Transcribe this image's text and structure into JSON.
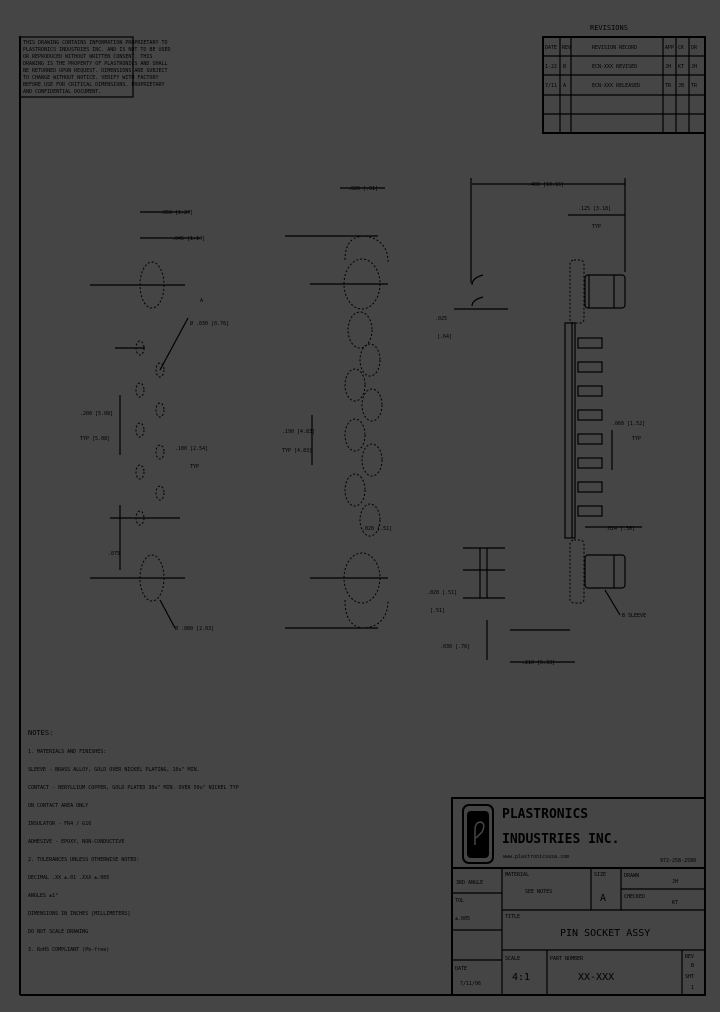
{
  "disclaimer": [
    "THIS DRAWING CONTAINS INFORMATION PROPRIETARY TO",
    "PLASTRONICS INDUSTRIES INC. AND IS NOT TO BE USED",
    "OR REPRODUCED WITHOUT WRITTEN CONSENT. THIS",
    "DRAWING IS THE PROPERTY OF PLASTRONICS AND SHALL",
    "BE RETURNED UPON REQUEST. DIMENSIONS ARE SUBJECT",
    "TO CHANGE WITHOUT NOTICE. VERIFY WITH FACTORY",
    "BEFORE USE FOR CRITICAL DIMENSIONS. PROPRIETARY",
    "AND CONFIDENTIAL DOCUMENT."
  ],
  "revisions": {
    "title": "REVISIONS",
    "headers": [
      "DATE",
      "REV",
      "REVISION RECORD",
      "APP",
      "CK",
      "DR"
    ],
    "rows": [
      [
        "1-22",
        "B",
        "ECN-XXX REVISED",
        "JH",
        "KT",
        "JH"
      ],
      [
        "7/11",
        "A",
        "ECN-XXX RELEASED",
        "TR",
        "JB",
        "TR"
      ],
      [
        "",
        "",
        "",
        "",
        "",
        ""
      ],
      [
        "",
        "",
        "",
        "",
        "",
        ""
      ]
    ]
  },
  "dimensions": {
    "d1": ".050 [1.27]",
    "d2": ".045 [1.14]",
    "d3": "Ø .030 [0.76]",
    "d4": ".200 [5.08]",
    "d4b": "TYP [5.08]",
    "d5": ".100 [2.54]",
    "d5b": "TYP",
    "d6": ".075",
    "d7": "Ø .080 [2.03]",
    "d8": ".020 [.51]",
    "d9": ".190 [4.83]",
    "d9b": "TYP [4.83]",
    "d10": ".020 [.51]",
    "d11": ".400 [10.16]",
    "d12": ".125 [3.18]",
    "d12b": "TYP",
    "d13": ".025",
    "d13b": "[.64]",
    "d14": ".060 [1.52]",
    "d14b": "TYP",
    "d15": ".014 [.36]",
    "d16": ".020 [.51]",
    "d16b": "[.51]",
    "d17": ".030 [.76]",
    "d18": ".210 [5.33]",
    "d19": "B SLEEVE",
    "label_b": "B",
    "label_a": "A"
  },
  "notes": [
    "NOTES:",
    "1. MATERIALS AND FINISHES:",
    "   SLEEVE - BRASS ALLOY, GOLD OVER NICKEL PLATING, 10u\" MIN.",
    "   CONTACT - BERYLLIUM COPPER, GOLD PLATED 30u\" MIN. OVER 50u\" NICKEL TYP",
    "             ON CONTACT AREA ONLY",
    "   INSULATOR - FR4 / G10",
    "   ADHESIVE - EPOXY, NON-CONDUCTIVE",
    "2. TOLERANCES UNLESS OTHERWISE NOTED:",
    "   DECIMAL .XX ±.01  .XXX ±.005",
    "   ANGLES ±1°",
    "   DIMENSIONS IN INCHES [MILLIMETERS]",
    "   DO NOT SCALE DRAWING",
    "3. RoHS COMPLIANT (Pb-free)"
  ],
  "title_block": {
    "company_line1": "PLASTRONICS",
    "company_line2": "INDUSTRIES INC.",
    "website": "www.plastronicsusa.com",
    "phone": "972-258-2580",
    "projection_label": "3RD ANGLE",
    "material_label": "MATERIAL",
    "material_value": "SEE NOTES",
    "tolerance_label": "TOL",
    "tolerance_value": "±.005",
    "size_label": "SIZE",
    "size_value": "A",
    "drawn_label": "DRAWN",
    "drawn_value": "JH",
    "checked_label": "CHECKED",
    "checked_value": "KT",
    "title_label": "TITLE",
    "title_value": "PIN SOCKET ASSY",
    "date_label": "DATE",
    "date_value": "7/11/06",
    "scale_label": "SCALE",
    "scale_value": "4:1",
    "part_label": "PART NUMBER",
    "part_value": "XX-XXX",
    "rev_label": "REV",
    "rev_value": "B",
    "sheet_label": "SHT",
    "sheet_value": "1"
  },
  "colors": {
    "background": "#454545",
    "line": "#000000"
  }
}
